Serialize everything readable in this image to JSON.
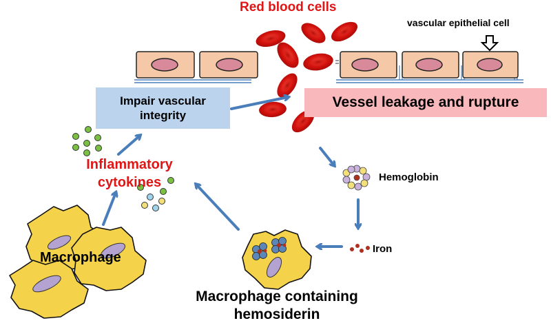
{
  "labels": {
    "red_blood_cells": "Red blood cells",
    "vascular_epithelial_cell": "vascular epithelial cell",
    "impair_vascular_integrity": "Impair vascular integrity",
    "vessel_leakage": "Vessel leakage and rupture",
    "inflammatory_cytokines": "Inflammatory cytokines",
    "hemoglobin": "Hemoglobin",
    "iron": "Iron",
    "macrophage": "Macrophage",
    "macrophage_hemosiderin": "Macrophage containing hemosiderin"
  },
  "colors": {
    "red_label": "#e01515",
    "impair_box": "#bcd3ee",
    "leakage_box": "#f8b8bc",
    "arrow": "#4a7ebb",
    "rbc": "#d4120e",
    "epithelial_cell": "#f5c9a7",
    "epithelial_nucleus": "#d88a9a",
    "macrophage": "#f4d34a",
    "macrophage_nucleus": "#b4a3d0",
    "cytokine_green": "#7ac143",
    "cytokine_blue": "#9fd4ec",
    "cytokine_yellow": "#f3e07a",
    "iron_dot": "#b03020"
  }
}
